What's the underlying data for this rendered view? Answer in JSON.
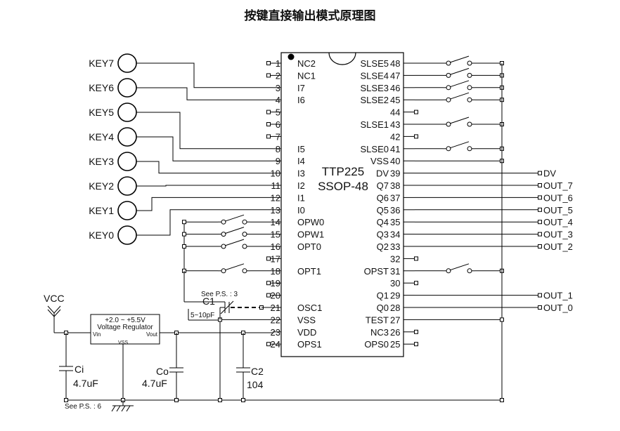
{
  "title": "按键直接输出模式原理图",
  "chip": {
    "name": "TTP225",
    "package": "SSOP-48",
    "left_pins": [
      {
        "num": "1",
        "name": "NC2"
      },
      {
        "num": "2",
        "name": "NC1"
      },
      {
        "num": "3",
        "name": "I7"
      },
      {
        "num": "4",
        "name": "I6"
      },
      {
        "num": "5",
        "name": ""
      },
      {
        "num": "6",
        "name": ""
      },
      {
        "num": "7",
        "name": ""
      },
      {
        "num": "8",
        "name": "I5"
      },
      {
        "num": "9",
        "name": "I4"
      },
      {
        "num": "10",
        "name": "I3"
      },
      {
        "num": "11",
        "name": "I2"
      },
      {
        "num": "12",
        "name": "I1"
      },
      {
        "num": "13",
        "name": "I0"
      },
      {
        "num": "14",
        "name": "OPW0"
      },
      {
        "num": "15",
        "name": "OPW1"
      },
      {
        "num": "16",
        "name": "OPT0"
      },
      {
        "num": "17",
        "name": ""
      },
      {
        "num": "18",
        "name": "OPT1"
      },
      {
        "num": "19",
        "name": ""
      },
      {
        "num": "20",
        "name": ""
      },
      {
        "num": "21",
        "name": "OSC1"
      },
      {
        "num": "22",
        "name": "VSS"
      },
      {
        "num": "23",
        "name": "VDD"
      },
      {
        "num": "24",
        "name": "OPS1"
      }
    ],
    "right_pins": [
      {
        "num": "48",
        "name": "SLSE5"
      },
      {
        "num": "47",
        "name": "SLSE4"
      },
      {
        "num": "46",
        "name": "SLSE3"
      },
      {
        "num": "45",
        "name": "SLSE2"
      },
      {
        "num": "44",
        "name": ""
      },
      {
        "num": "43",
        "name": "SLSE1"
      },
      {
        "num": "42",
        "name": ""
      },
      {
        "num": "41",
        "name": "SLSE0"
      },
      {
        "num": "40",
        "name": "VSS"
      },
      {
        "num": "39",
        "name": "DV"
      },
      {
        "num": "38",
        "name": "Q7"
      },
      {
        "num": "37",
        "name": "Q6"
      },
      {
        "num": "36",
        "name": "Q5"
      },
      {
        "num": "35",
        "name": "Q4"
      },
      {
        "num": "34",
        "name": "Q3"
      },
      {
        "num": "33",
        "name": "Q2"
      },
      {
        "num": "32",
        "name": ""
      },
      {
        "num": "31",
        "name": "OPST"
      },
      {
        "num": "30",
        "name": ""
      },
      {
        "num": "29",
        "name": "Q1"
      },
      {
        "num": "28",
        "name": "Q0"
      },
      {
        "num": "27",
        "name": "TEST"
      },
      {
        "num": "26",
        "name": "NC3"
      },
      {
        "num": "25",
        "name": "OPS0"
      }
    ]
  },
  "keys": [
    "KEY7",
    "KEY6",
    "KEY5",
    "KEY4",
    "KEY3",
    "KEY2",
    "KEY1",
    "KEY0"
  ],
  "outputs": [
    "DV",
    "OUT_7",
    "OUT_6",
    "OUT_5",
    "OUT_4",
    "OUT_3",
    "OUT_2",
    "OUT_1",
    "OUT_0"
  ],
  "vcc_label": "VCC",
  "regulator": {
    "range": "+2.0 ~ +5.5V",
    "name": "Voltage Regulator",
    "vin": "Vin",
    "vout": "Vout",
    "vss": "VSS"
  },
  "ci": {
    "name": "Ci",
    "value": "4.7uF"
  },
  "co": {
    "name": "Co",
    "value": "4.7uF"
  },
  "c2": {
    "name": "C2",
    "value": "104"
  },
  "c1": {
    "name": "C1",
    "value": "5~10pF",
    "note": "See P.S. : 3"
  },
  "gnd_note": "See P.S. : 6"
}
